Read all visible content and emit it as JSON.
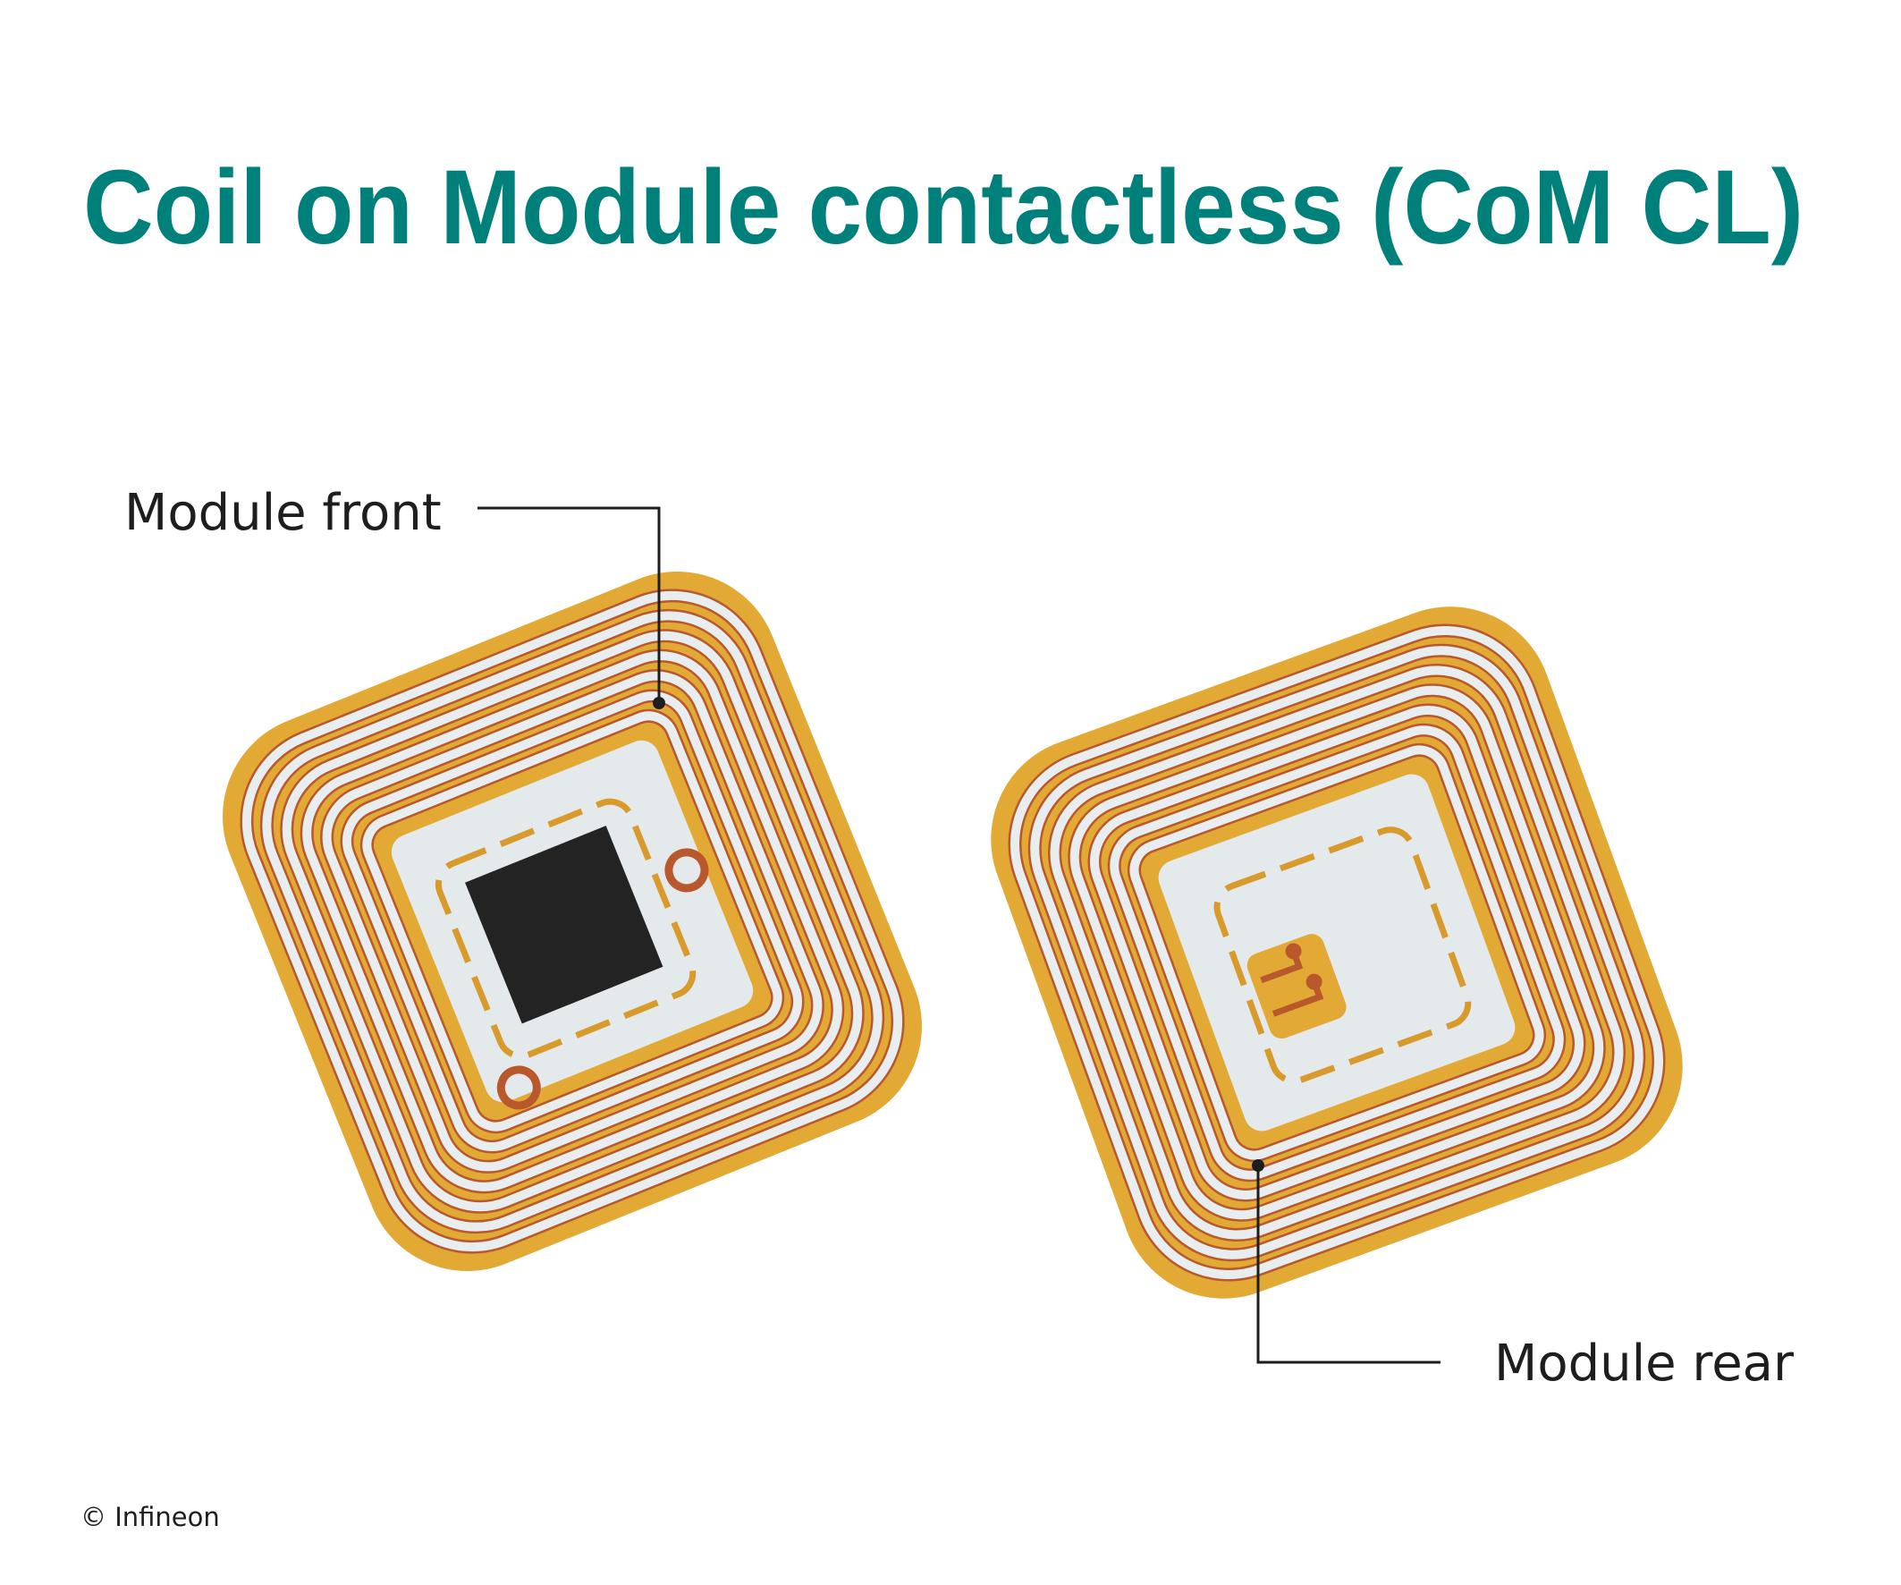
{
  "title": "Coil on Module contactless (CoM CL)",
  "labels": {
    "front": "Module front",
    "rear": "Module rear"
  },
  "copyright": "© Infineon",
  "colors": {
    "title": "#00807a",
    "substrate": "#e2a935",
    "copper": "#b8582c",
    "coil": "#e8edf0",
    "chip": "#232323",
    "leader": "#1e1e1e"
  }
}
